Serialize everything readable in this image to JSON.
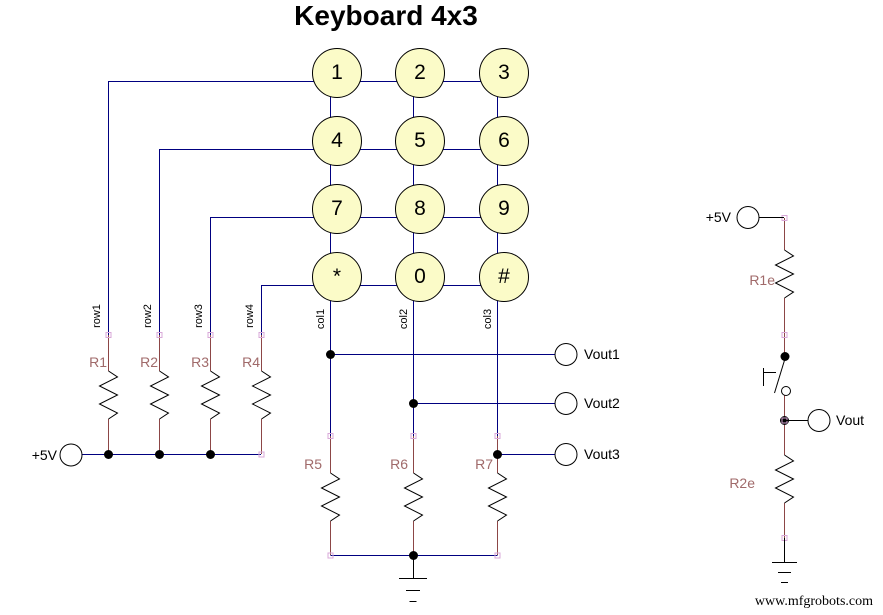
{
  "title": "Keyboard 4x3",
  "watermark": "www.mfgrobots.com",
  "colors": {
    "wire_blue": "#000080",
    "wire_maroon": "#8C4646",
    "resistor_label": "#A06A6A",
    "button_fill": "#FBFBC8",
    "pin_marker": "#D8A8D8",
    "text": "#000000"
  },
  "keypad": {
    "keys": [
      "1",
      "2",
      "3",
      "4",
      "5",
      "6",
      "7",
      "8",
      "9",
      "*",
      "0",
      "#"
    ],
    "row_labels": [
      "row1",
      "row2",
      "row3",
      "row4"
    ],
    "col_labels": [
      "col1",
      "col2",
      "col3"
    ]
  },
  "power": {
    "label": "+5V"
  },
  "resistors": {
    "row_labels": [
      "R1",
      "R2",
      "R3",
      "R4"
    ],
    "col_labels": [
      "R5",
      "R6",
      "R7"
    ]
  },
  "outputs": {
    "labels": [
      "Vout1",
      "Vout2",
      "Vout3"
    ]
  },
  "example_circuit": {
    "supply_label": "+5V",
    "r_top_label": "R1e",
    "r_bottom_label": "R2e",
    "output_label": "Vout"
  }
}
